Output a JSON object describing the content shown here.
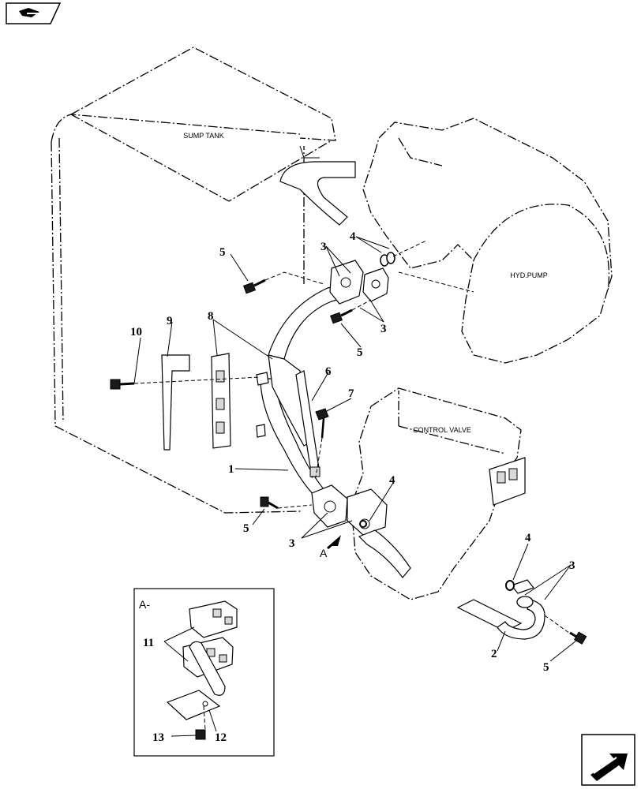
{
  "captions": {
    "sump_tank": "SUMP TANK",
    "hyd_pump": "HYD.PUMP",
    "control_valve": "CONTROL VALVE"
  },
  "view_marker": "A",
  "detail_title": "A-",
  "callouts": {
    "c1": "1",
    "c2": "2",
    "c3_top": "3",
    "c3_right": "3",
    "c3_bottom": "3",
    "c3_lower_right": "3",
    "c4_top": "4",
    "c4_mid": "4",
    "c4_right": "4",
    "c5_top": "5",
    "c5_mid": "5",
    "c5_left": "5",
    "c5_right": "5",
    "c6": "6",
    "c7": "7",
    "c8": "8",
    "c9": "9",
    "c10": "10",
    "c11": "11",
    "c12": "12",
    "c13": "13"
  },
  "icons": {
    "top_left": "book-arrow-icon",
    "bottom_right": "next-page-arrow-icon"
  }
}
